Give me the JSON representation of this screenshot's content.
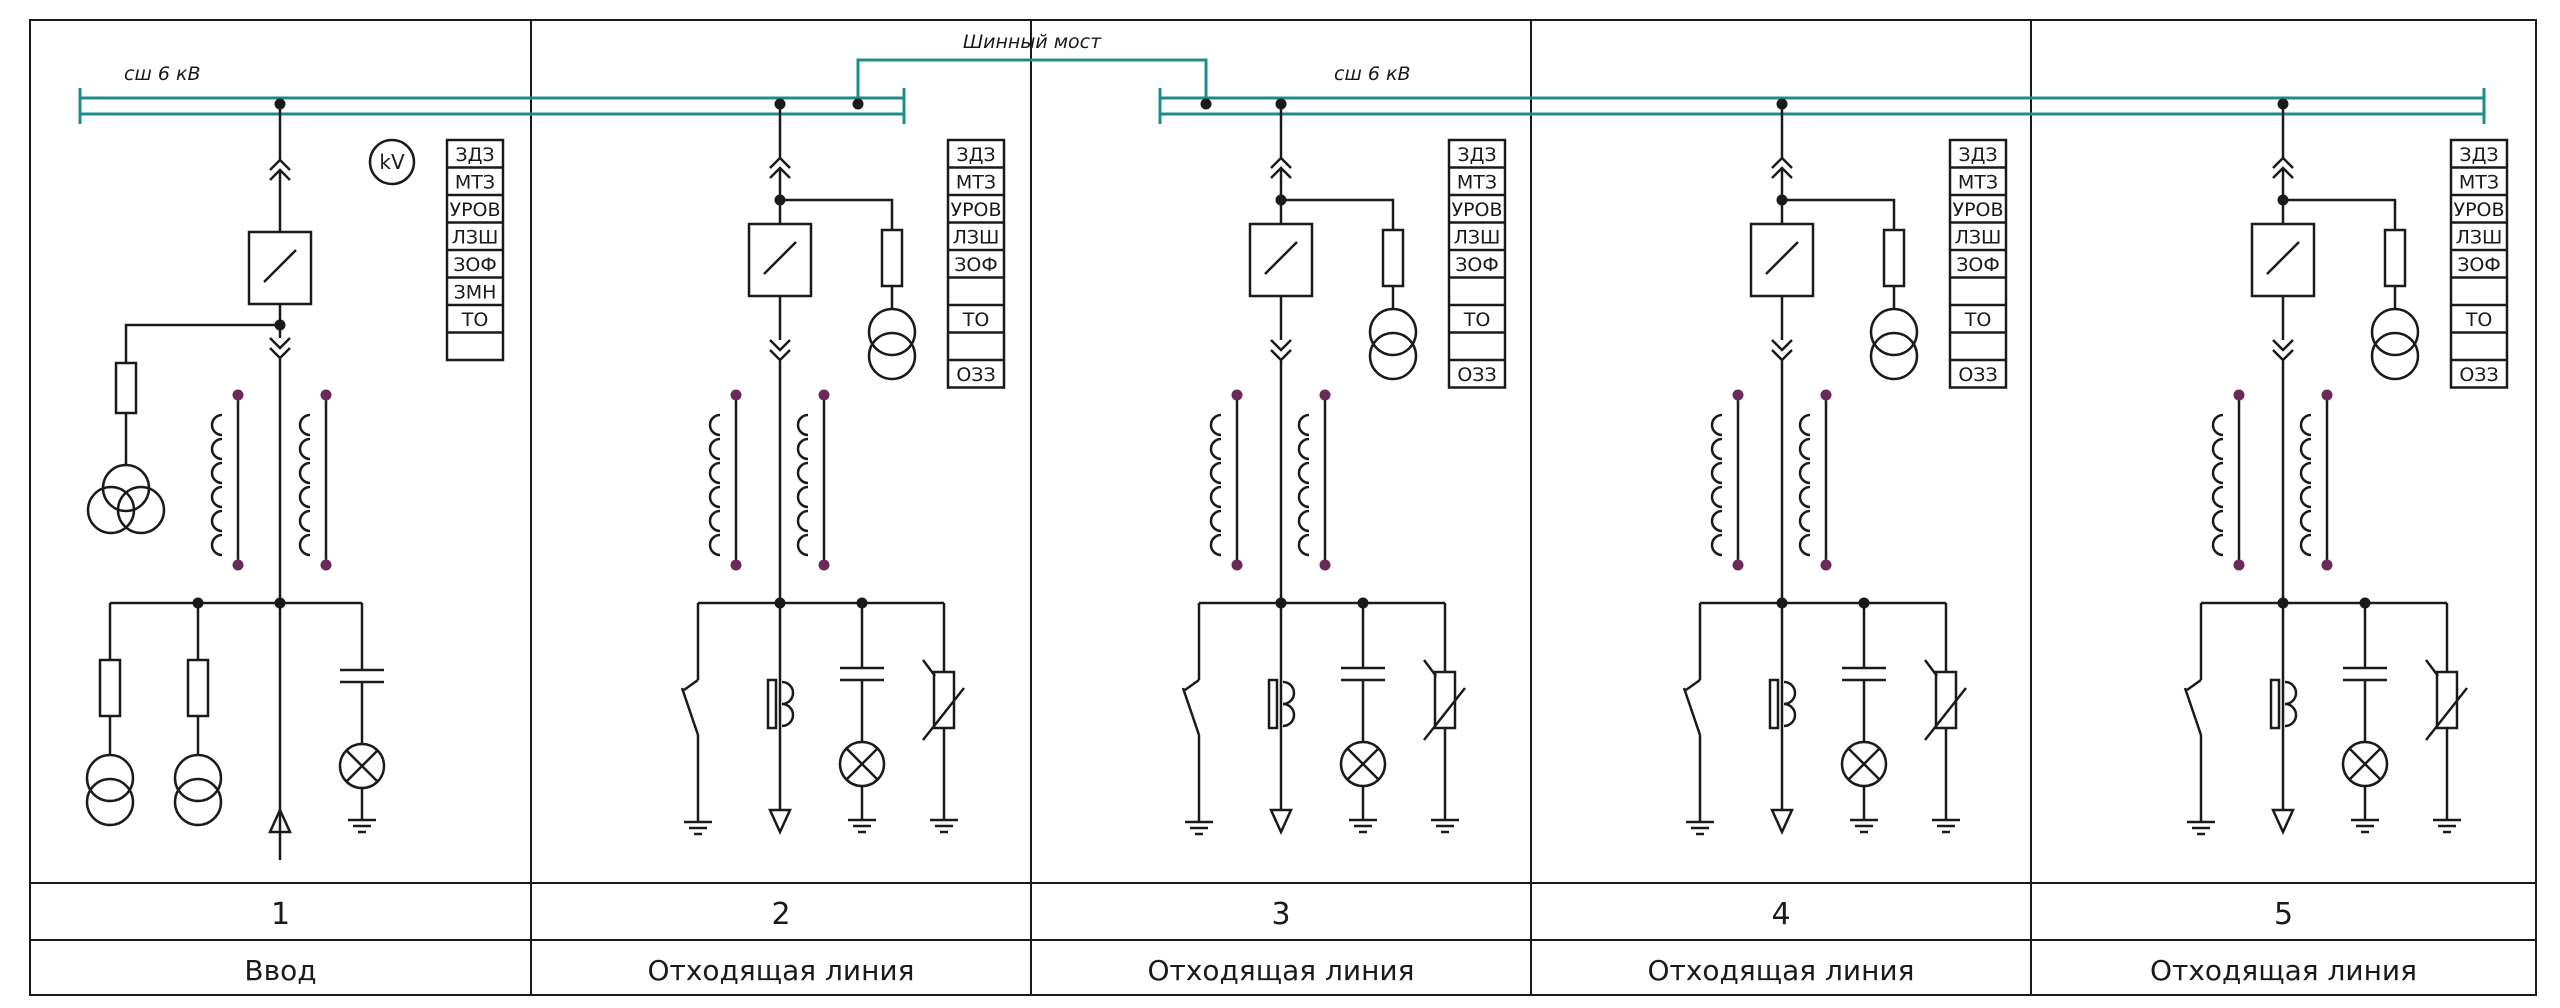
{
  "bus_labels": {
    "left": "сш 6 кВ",
    "right": "сш 6 кВ",
    "bridge": "Шинный мост"
  },
  "voltmeter_label": "kV",
  "panels": [
    {
      "number": "1",
      "name": "Ввод",
      "protections": [
        "ЗДЗ",
        "МТЗ",
        "УРОВ",
        "ЛЗШ",
        "ЗОФ",
        "ЗМН",
        "ТО",
        ""
      ]
    },
    {
      "number": "2",
      "name": "Отходящая линия",
      "protections": [
        "ЗДЗ",
        "МТЗ",
        "УРОВ",
        "ЛЗШ",
        "ЗОФ",
        "",
        "ТО",
        "",
        "ОЗЗ"
      ]
    },
    {
      "number": "3",
      "name": "Отходящая линия",
      "protections": [
        "ЗДЗ",
        "МТЗ",
        "УРОВ",
        "ЛЗШ",
        "ЗОФ",
        "",
        "ТО",
        "",
        "ОЗЗ"
      ]
    },
    {
      "number": "4",
      "name": "Отходящая линия",
      "protections": [
        "ЗДЗ",
        "МТЗ",
        "УРОВ",
        "ЛЗШ",
        "ЗОФ",
        "",
        "ТО",
        "",
        "ОЗЗ"
      ]
    },
    {
      "number": "5",
      "name": "Отходящая линия",
      "protections": [
        "ЗДЗ",
        "МТЗ",
        "УРОВ",
        "ЛЗШ",
        "ЗОФ",
        "",
        "ТО",
        "",
        "ОЗЗ"
      ]
    }
  ],
  "colors": {
    "bus": "#1f8c8c",
    "line": "#1a1a1a",
    "terminal": "#6a2a5a"
  }
}
